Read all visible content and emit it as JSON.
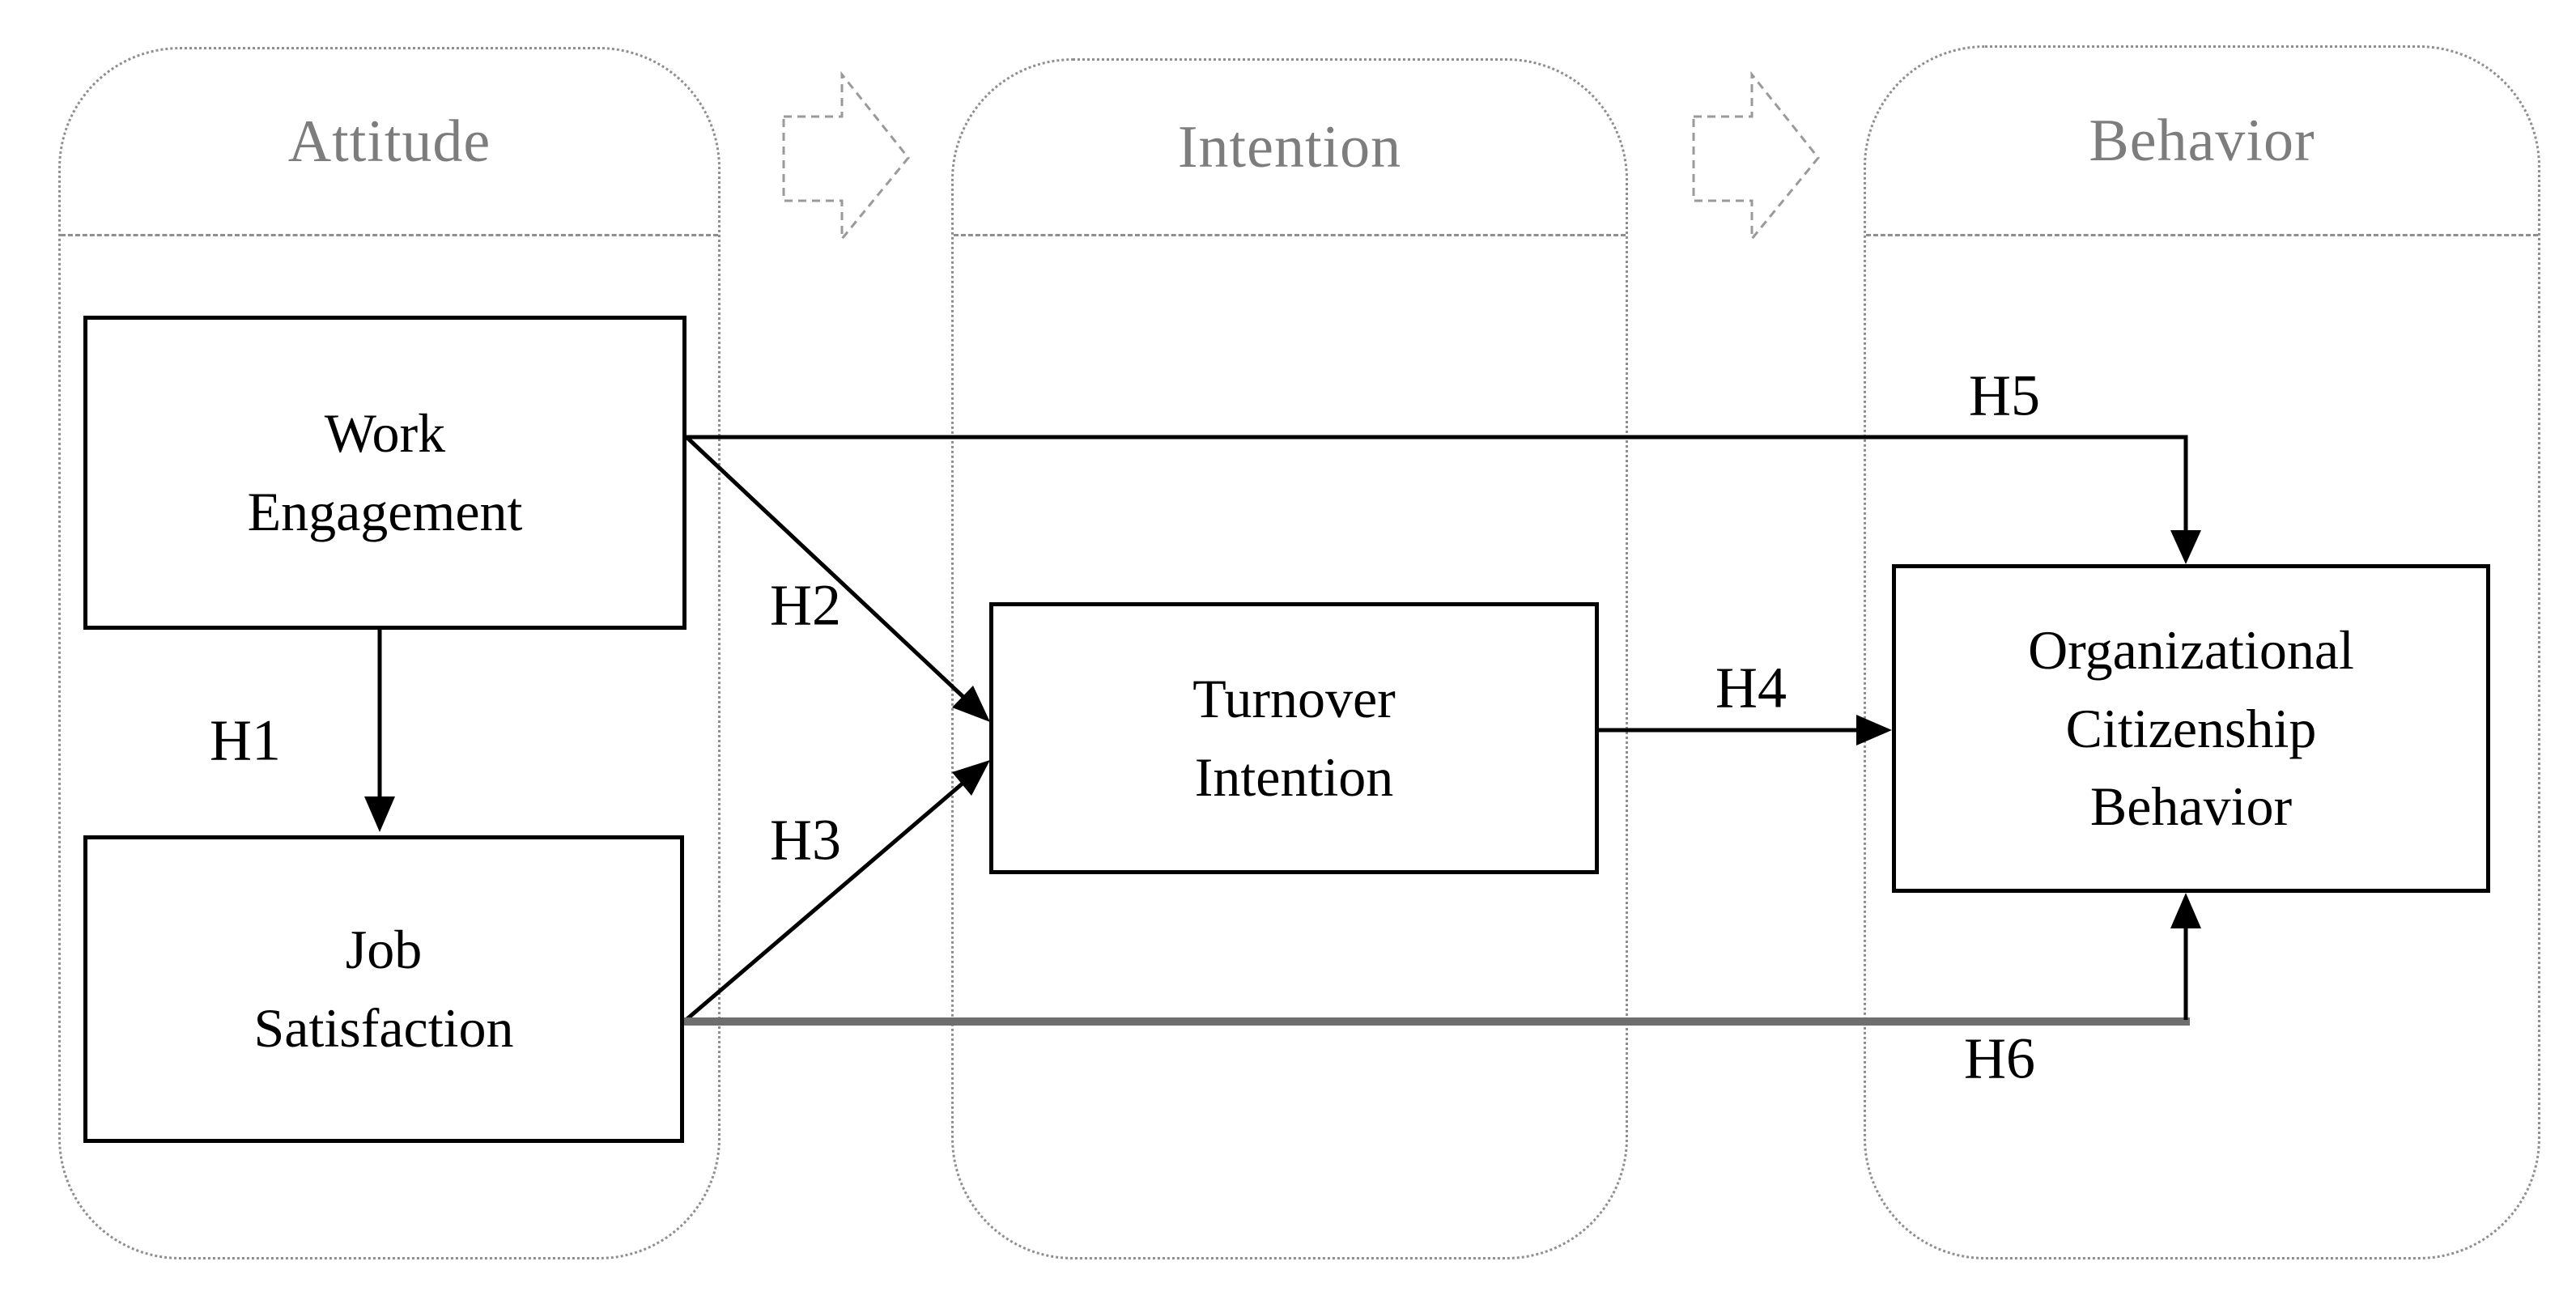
{
  "zones": {
    "attitude": {
      "label": "Attitude"
    },
    "intention": {
      "label": "Intention"
    },
    "behavior": {
      "label": "Behavior"
    }
  },
  "constructs": {
    "work_engagement": {
      "label": "Work\nEngagement"
    },
    "job_satisfaction": {
      "label": "Job\nSatisfaction"
    },
    "turnover_intention": {
      "label": "Turnover\nIntention"
    },
    "organizational_citizenship_behavior": {
      "label": "Organizational\nCitizenship\nBehavior"
    }
  },
  "hypotheses": {
    "h1": {
      "label": "H1"
    },
    "h2": {
      "label": "H2"
    },
    "h3": {
      "label": "H3"
    },
    "h4": {
      "label": "H4"
    },
    "h5": {
      "label": "H5"
    },
    "h6": {
      "label": "H6"
    }
  },
  "colors": {
    "zone_border": "#8f8f8f",
    "zone_label": "#7d7d7d",
    "construct_border": "#000000",
    "construct_text": "#000000",
    "arrow": "#000000",
    "h6_connector": "#6e6e6e",
    "block_arrow_outline": "#9a9a9a",
    "background": "#ffffff"
  }
}
